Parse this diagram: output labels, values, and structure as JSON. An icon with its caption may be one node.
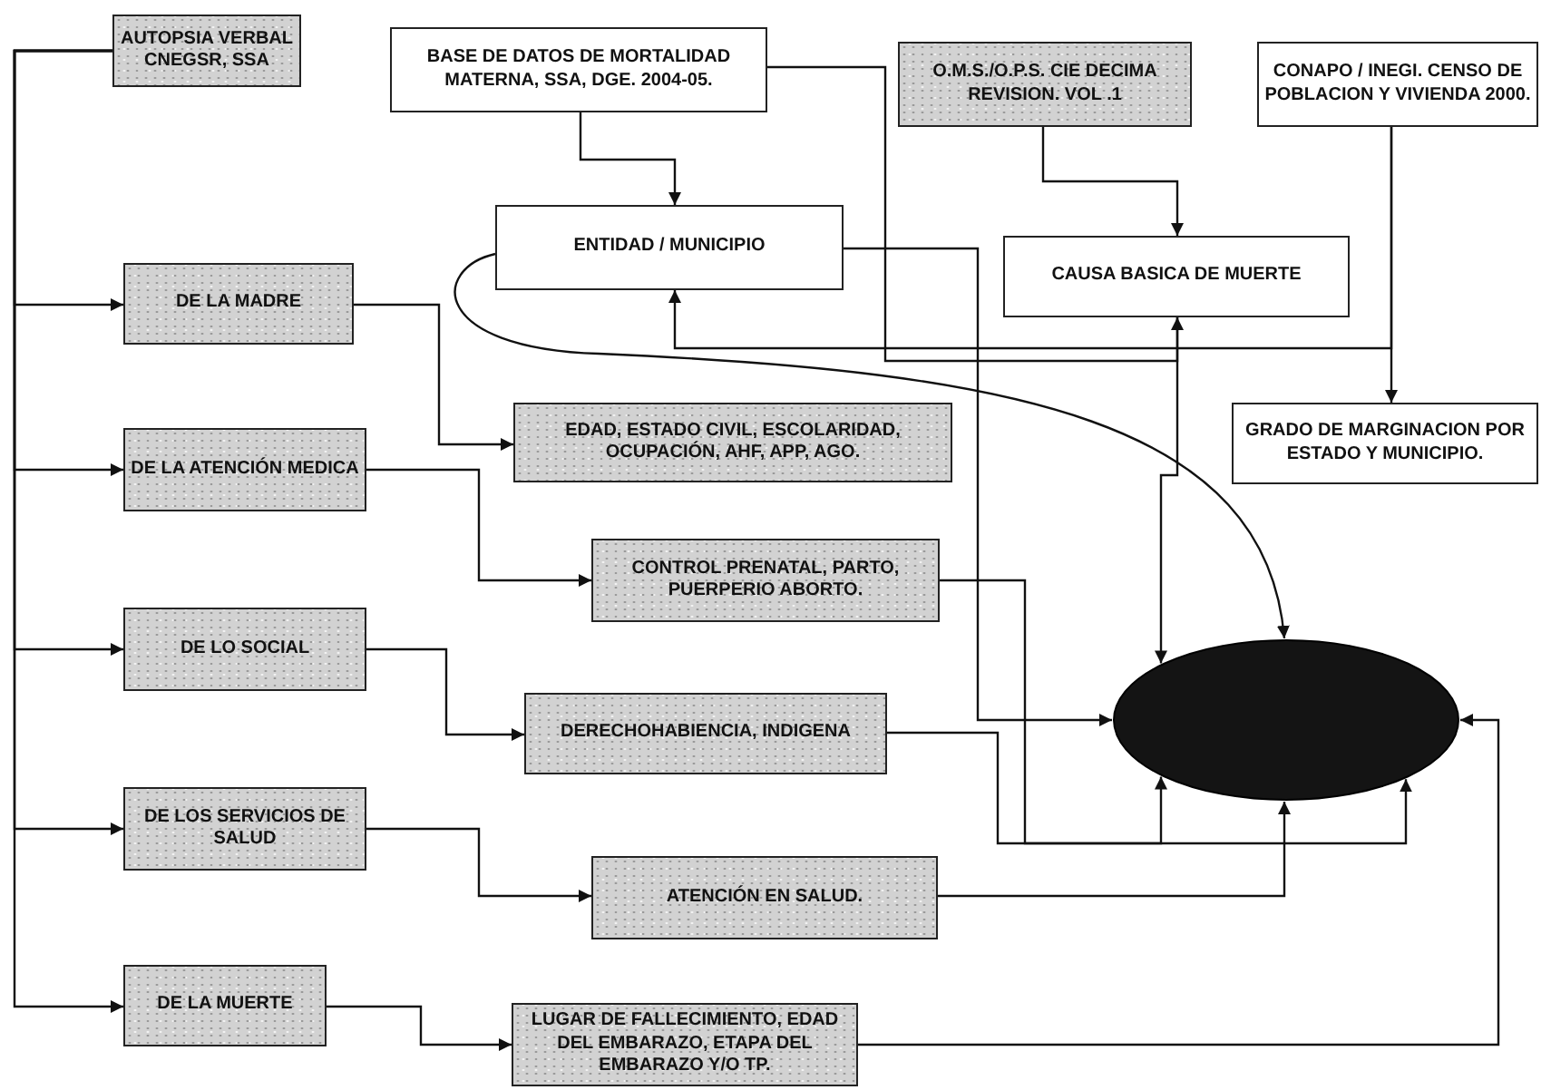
{
  "diagram": {
    "nodes": [
      {
        "text": [
          "AUTOPSIA VERBAL CNEGSR, SSA"
        ]
      },
      {
        "text": [
          "BASE DE DATOS DE MORTALIDAD MATERNA, SSA, DGE. 2004-05."
        ]
      },
      {
        "text": [
          "O.M.S./O.P.S. CIE DECIMA REVISION. VOL .1"
        ]
      },
      {
        "text": [
          "CONAPO / INEGI. CENSO DE POBLACION Y VIVIENDA 2000."
        ]
      },
      {
        "text": [
          "ENTIDAD / MUNICIPIO"
        ]
      },
      {
        "text": [
          "CAUSA BASICA DE MUERTE"
        ]
      },
      {
        "text": [
          "DE LA MADRE"
        ]
      },
      {
        "text": [
          "EDAD, ESTADO CIVIL, ESCOLARIDAD, OCUPACIÓN, AHF, APP, AGO."
        ]
      },
      {
        "text": [
          "GRADO DE MARGINACION POR ESTADO Y MUNICIPIO."
        ]
      },
      {
        "text": [
          "DE LA ATENCIÓN MEDICA"
        ]
      },
      {
        "text": [
          "CONTROL PRENATAL, PARTO, PUERPERIO ABORTO."
        ]
      },
      {
        "text": [
          "DE LO SOCIAL"
        ]
      },
      {
        "text": [
          "DERECHOHABIENCIA, INDIGENA"
        ]
      },
      {
        "text": [
          "DE LOS SERVICIOS DE SALUD"
        ]
      },
      {
        "text": [
          "ATENCIÓN EN SALUD."
        ]
      },
      {
        "text": [
          "DE LA MUERTE"
        ]
      },
      {
        "text": [
          "LUGAR DE FALLECIMIENTO, EDAD DEL EMBARAZO, ETAPA DEL EMBARAZO Y/O TP."
        ]
      },
      {
        "text": [],
        "shape": "ellipse"
      }
    ],
    "edges": [
      {
        "from": 0,
        "to": 6,
        "arrow": "to"
      },
      {
        "from": 0,
        "to": 9,
        "arrow": "to"
      },
      {
        "from": 0,
        "to": 11,
        "arrow": "to"
      },
      {
        "from": 0,
        "to": 13,
        "arrow": "to"
      },
      {
        "from": 0,
        "to": 15,
        "arrow": "to"
      },
      {
        "from": 1,
        "to": 4,
        "arrow": "to"
      },
      {
        "from": 1,
        "to": 5,
        "arrow": "to"
      },
      {
        "from": 2,
        "to": 5,
        "arrow": "to"
      },
      {
        "from": 3,
        "to": 4,
        "arrow": "to"
      },
      {
        "from": 3,
        "to": 8,
        "arrow": "to"
      },
      {
        "from": 4,
        "to": 17,
        "arrow": "to"
      },
      {
        "from": 4,
        "to": 17,
        "arrow": "to"
      },
      {
        "from": 5,
        "to": 17,
        "arrow": "to"
      },
      {
        "from": 6,
        "to": 7,
        "arrow": "to"
      },
      {
        "from": 9,
        "to": 10,
        "arrow": "to"
      },
      {
        "from": 10,
        "to": 17,
        "arrow": "to"
      },
      {
        "from": 11,
        "to": 12,
        "arrow": "to"
      },
      {
        "from": 12,
        "to": 17,
        "arrow": "to"
      },
      {
        "from": 13,
        "to": 14,
        "arrow": "to"
      },
      {
        "from": 14,
        "to": 17,
        "arrow": "to"
      },
      {
        "from": 15,
        "to": 16,
        "arrow": "to"
      },
      {
        "from": 16,
        "to": 17,
        "arrow": "to"
      }
    ]
  }
}
